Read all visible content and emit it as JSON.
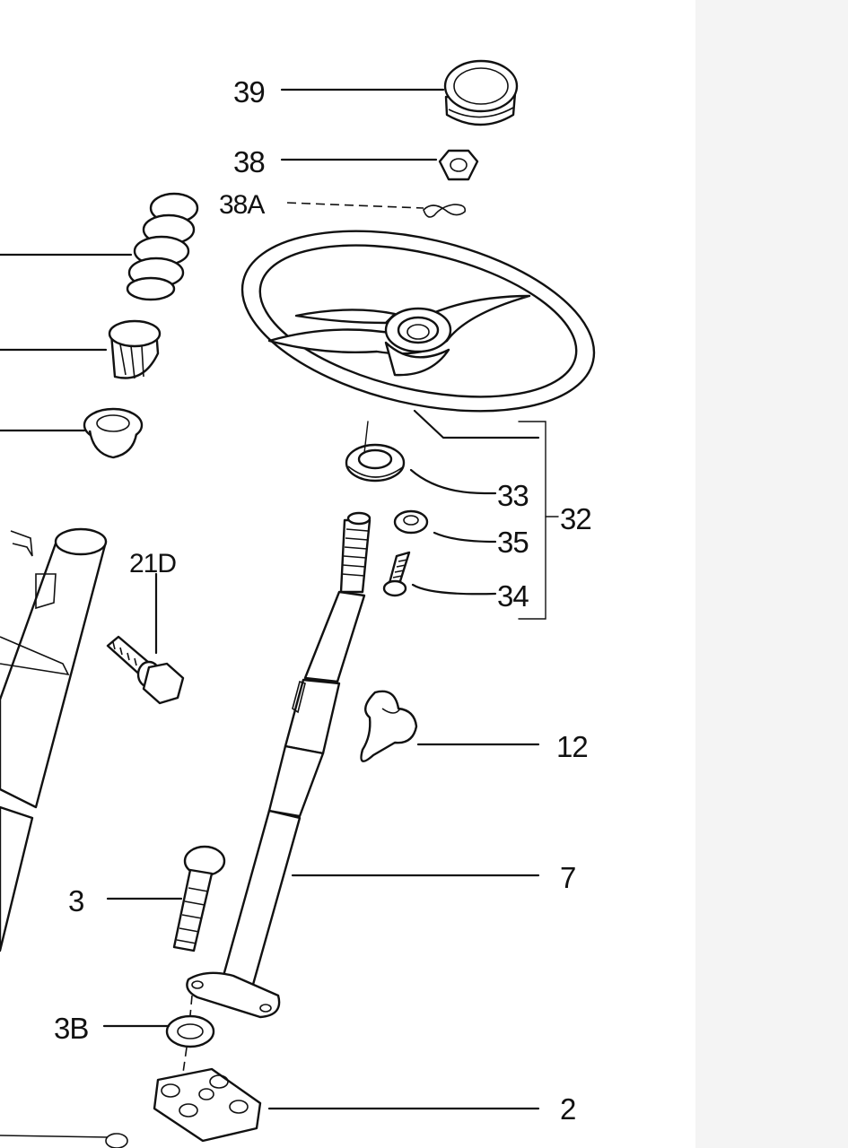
{
  "diagram": {
    "callouts": {
      "c39": "39",
      "c38": "38",
      "c38a": "38A",
      "c33": "33",
      "c35": "35",
      "c34": "34",
      "c32": "32",
      "c21d": "21D",
      "c12": "12",
      "c7": "7",
      "c3": "3",
      "c3b": "3B",
      "c2": "2"
    },
    "colors": {
      "ink": "#111111",
      "paper": "#ffffff",
      "edge": "#f4f4f4"
    }
  }
}
